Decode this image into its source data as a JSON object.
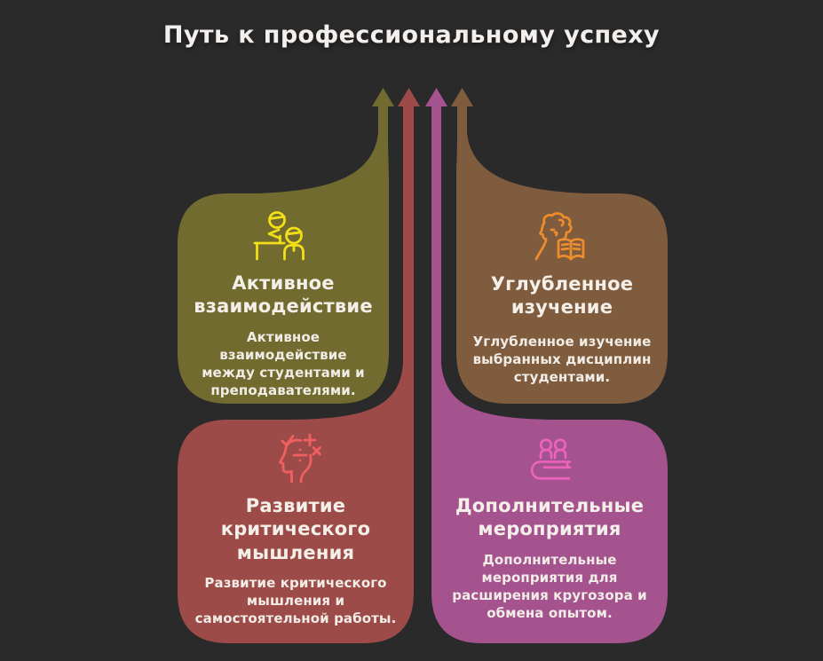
{
  "title": "Путь к профессиональному успеху",
  "background_color": "#2a2a2b",
  "text_color": "#f4efe9",
  "cards": [
    {
      "id": "active-interaction",
      "title": "Активное\nвзаимодействие",
      "body": "Активное\nвзаимодействие\nмежду студентами и\nпреподавателями.",
      "color": "#726b30",
      "icon": "students-desk-icon",
      "icon_color": "#f3df17"
    },
    {
      "id": "deep-study",
      "title": "Углубленное\nизучение",
      "body": "Углубленное изучение\nвыбранных дисциплин\nстудентами.",
      "color": "#7f5c3d",
      "icon": "reading-person-icon",
      "icon_color": "#ef8d2d"
    },
    {
      "id": "critical-thinking",
      "title": "Развитие\nкритического\nмышления",
      "body": "Развитие критического\nмышления и\nсамостоятельной работы.",
      "color": "#9d4b48",
      "icon": "thinking-head-math-icon",
      "icon_color": "#ef6060"
    },
    {
      "id": "extra-events",
      "title": "Дополнительные\nмероприятия",
      "body": "Дополнительные\nмероприятия для\nрасширения кругозора и\nобмена опытом.",
      "color": "#a5538f",
      "icon": "people-book-icon",
      "icon_color": "#ee63bd"
    }
  ]
}
